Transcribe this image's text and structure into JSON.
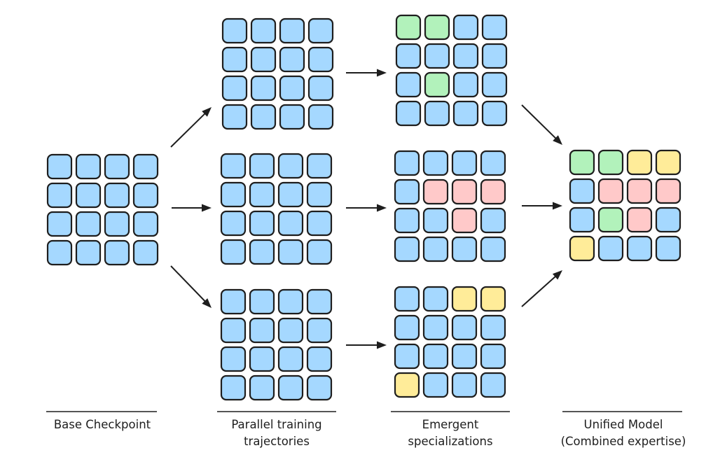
{
  "palette": {
    "blue": "#a5d8ff",
    "green": "#b2f2bb",
    "pink": "#ffc9c9",
    "yellow": "#ffec99",
    "stroke": "#1e1e1e"
  },
  "stages": [
    {
      "id": "base-checkpoint",
      "label_lines": [
        "Base Checkpoint"
      ]
    },
    {
      "id": "parallel-training-trajectories",
      "label_lines": [
        "Parallel training",
        "trajectories"
      ]
    },
    {
      "id": "emergent-specializations",
      "label_lines": [
        "Emergent",
        "specializations"
      ]
    },
    {
      "id": "unified-model",
      "label_lines": [
        "Unified Model",
        "(Combined expertise)"
      ]
    }
  ],
  "grids": [
    {
      "name": "base-checkpoint-grid",
      "stage": "base-checkpoint",
      "cells": [
        "B",
        "B",
        "B",
        "B",
        "B",
        "B",
        "B",
        "B",
        "B",
        "B",
        "B",
        "B",
        "B",
        "B",
        "B",
        "B"
      ]
    },
    {
      "name": "trajectory-grid-top",
      "stage": "parallel-training-trajectories",
      "cells": [
        "B",
        "B",
        "B",
        "B",
        "B",
        "B",
        "B",
        "B",
        "B",
        "B",
        "B",
        "B",
        "B",
        "B",
        "B",
        "B"
      ]
    },
    {
      "name": "trajectory-grid-middle",
      "stage": "parallel-training-trajectories",
      "cells": [
        "B",
        "B",
        "B",
        "B",
        "B",
        "B",
        "B",
        "B",
        "B",
        "B",
        "B",
        "B",
        "B",
        "B",
        "B",
        "B"
      ]
    },
    {
      "name": "trajectory-grid-bottom",
      "stage": "parallel-training-trajectories",
      "cells": [
        "B",
        "B",
        "B",
        "B",
        "B",
        "B",
        "B",
        "B",
        "B",
        "B",
        "B",
        "B",
        "B",
        "B",
        "B",
        "B"
      ]
    },
    {
      "name": "specialization-grid-top",
      "stage": "emergent-specializations",
      "cells": [
        "G",
        "G",
        "B",
        "B",
        "B",
        "B",
        "B",
        "B",
        "B",
        "G",
        "B",
        "B",
        "B",
        "B",
        "B",
        "B"
      ]
    },
    {
      "name": "specialization-grid-middle",
      "stage": "emergent-specializations",
      "cells": [
        "B",
        "B",
        "B",
        "B",
        "B",
        "P",
        "P",
        "P",
        "B",
        "B",
        "P",
        "B",
        "B",
        "B",
        "B",
        "B"
      ]
    },
    {
      "name": "specialization-grid-bottom",
      "stage": "emergent-specializations",
      "cells": [
        "B",
        "B",
        "Y",
        "Y",
        "B",
        "B",
        "B",
        "B",
        "B",
        "B",
        "B",
        "B",
        "Y",
        "B",
        "B",
        "B"
      ]
    },
    {
      "name": "unified-model-grid",
      "stage": "unified-model",
      "cells": [
        "G",
        "G",
        "Y",
        "Y",
        "B",
        "P",
        "P",
        "P",
        "B",
        "G",
        "P",
        "B",
        "Y",
        "B",
        "B",
        "B"
      ]
    }
  ],
  "arrows": [
    {
      "name": "arrow-base-to-trajectory-top"
    },
    {
      "name": "arrow-base-to-trajectory-middle"
    },
    {
      "name": "arrow-base-to-trajectory-bottom"
    },
    {
      "name": "arrow-trajectory-top-to-specialization-top"
    },
    {
      "name": "arrow-trajectory-middle-to-specialization-middle"
    },
    {
      "name": "arrow-trajectory-bottom-to-specialization-bottom"
    },
    {
      "name": "arrow-specialization-top-to-unified"
    },
    {
      "name": "arrow-specialization-middle-to-unified"
    },
    {
      "name": "arrow-specialization-bottom-to-unified"
    }
  ]
}
